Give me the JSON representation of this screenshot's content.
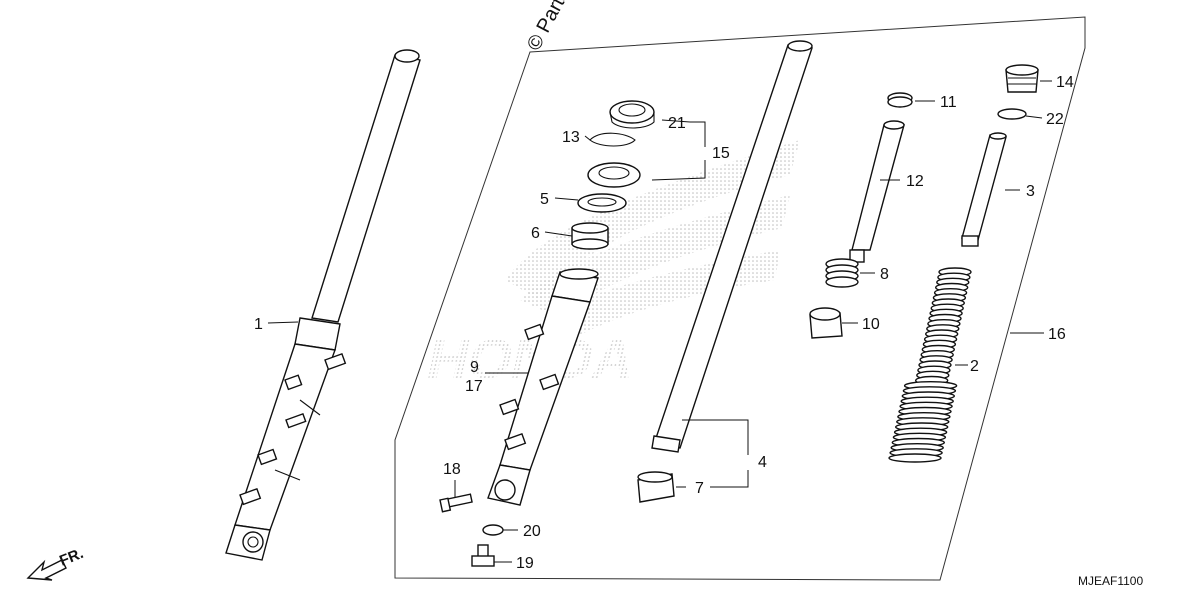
{
  "diagram": {
    "copyright": "© Parts",
    "watermark_brand": "HONDA",
    "direction_label": "FR.",
    "diagram_code": "MJEAF1100",
    "callouts": {
      "c1": "1",
      "c2": "2",
      "c3": "3",
      "c4": "4",
      "c5": "5",
      "c6": "6",
      "c7": "7",
      "c8": "8",
      "c9": "9",
      "c10": "10",
      "c11": "11",
      "c12": "12",
      "c13": "13",
      "c14": "14",
      "c15": "15",
      "c16": "16",
      "c17": "17",
      "c18": "18",
      "c19": "19",
      "c20": "20",
      "c21": "21",
      "c22": "22"
    },
    "colors": {
      "line": "#111111",
      "watermark": "#c8c8c8",
      "background": "#ffffff"
    }
  }
}
